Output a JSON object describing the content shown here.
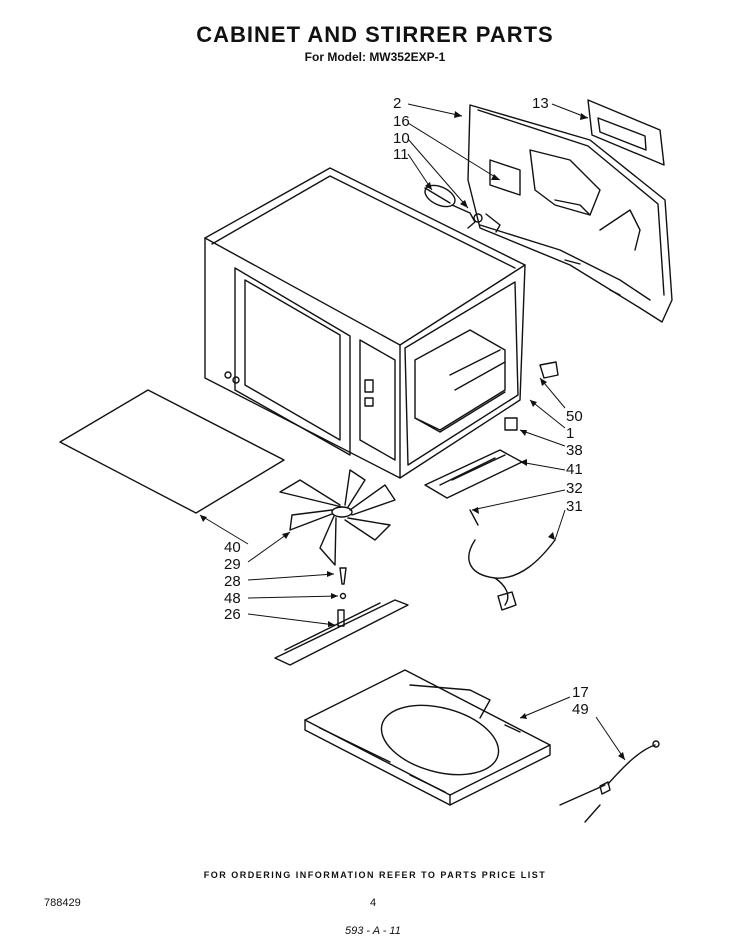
{
  "header": {
    "title": "CABINET AND STIRRER PARTS",
    "subtitle": "For Model: MW352EXP-1"
  },
  "callouts": {
    "c2": "2",
    "c16": "16",
    "c10": "10",
    "c11": "11",
    "c13": "13",
    "c50": "50",
    "c1": "1",
    "c38": "38",
    "c41": "41",
    "c32": "32",
    "c31": "31",
    "c40": "40",
    "c29": "29",
    "c28": "28",
    "c48": "48",
    "c26": "26",
    "c17": "17",
    "c49": "49"
  },
  "footer": {
    "note": "FOR ORDERING INFORMATION REFER TO PARTS PRICE LIST",
    "doc_number": "788429",
    "page_number": "4",
    "code": "593 - A - 11"
  }
}
